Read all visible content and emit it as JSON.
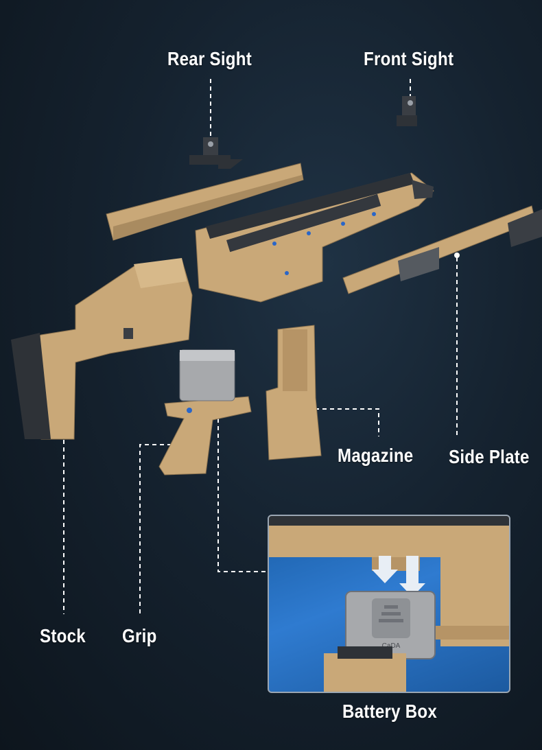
{
  "labels": {
    "rear_sight": "Rear Sight",
    "front_sight": "Front Sight",
    "magazine": "Magazine",
    "side_plate": "Side Plate",
    "stock": "Stock",
    "grip": "Grip",
    "battery_box": "Battery Box"
  },
  "battery_marking": "CaDA",
  "colors": {
    "background": "#15222f",
    "brick_tan": "#c9a878",
    "brick_dark": "#3a3e44",
    "accent_blue": "#2a66c8",
    "inset_blue": "#2f7bd0",
    "battery_grey": "#a7a9ac"
  }
}
